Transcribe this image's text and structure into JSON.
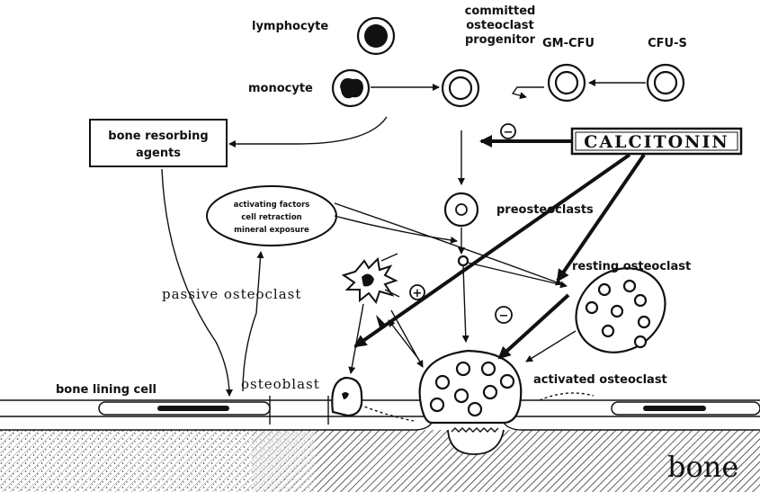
{
  "labels": {
    "lymphocyte": "lymphocyte",
    "monocyte": "monocyte",
    "committed_line1": "committed",
    "committed_line2": "osteoclast",
    "committed_line3": "progenitor",
    "gm_cfu": "GM-CFU",
    "cfu_s": "CFU-S",
    "calcitonin": "CALCITONIN",
    "bone_resorbing_line1": "bone resorbing",
    "bone_resorbing_line2": "agents",
    "activating_line1": "activating factors",
    "activating_line2": "cell retraction",
    "activating_line3": "mineral exposure",
    "preosteoclasts": "preosteoclasts",
    "resting_osteoclast": "resting osteoclast",
    "passive_osteoclast": "passive osteoclast",
    "bone_lining_cell": "bone lining cell",
    "osteoblast": "osteoblast",
    "activated_osteoclast": "activated osteoclast",
    "bone": "bone",
    "minus_sign": "−",
    "plus_sign": "+"
  }
}
